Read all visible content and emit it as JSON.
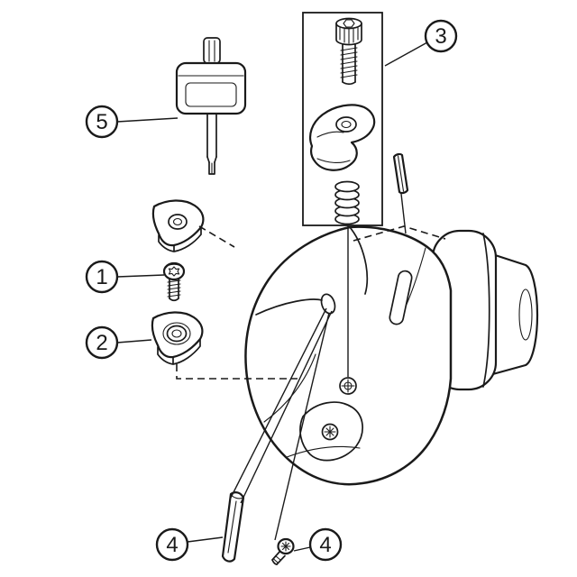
{
  "diagram": {
    "background_color": "#ffffff",
    "line_color": "#1a1a1a",
    "callouts": {
      "c1": {
        "label": "1"
      },
      "c2": {
        "label": "2"
      },
      "c3": {
        "label": "3"
      },
      "c4a": {
        "label": "4"
      },
      "c4b": {
        "label": "4"
      },
      "c5": {
        "label": "5"
      }
    }
  }
}
